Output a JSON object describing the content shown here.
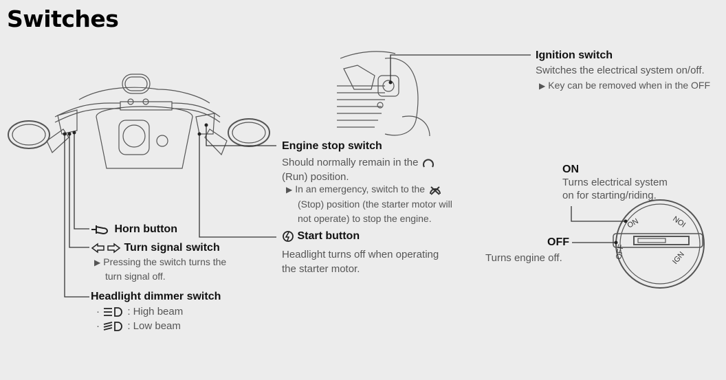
{
  "title": "Switches",
  "ignition": {
    "heading": "Ignition switch",
    "desc": "Switches the electrical system on/off.",
    "note": "Key can be removed when in the OFF"
  },
  "engine_stop": {
    "heading": "Engine stop switch",
    "desc_pre": "Should normally remain in the",
    "desc_post": "(Run) position.",
    "note_pre": "In an emergency, switch to the",
    "note_l2": "(Stop) position (the starter motor will",
    "note_l3": "not operate) to stop the engine."
  },
  "start": {
    "heading": "Start button",
    "desc_l1": "Headlight turns off when operating",
    "desc_l2": "the starter motor."
  },
  "horn": {
    "heading": "Horn button"
  },
  "turn_signal": {
    "heading": "Turn signal switch",
    "note_l1": "Pressing the switch turns the",
    "note_l2": "turn signal off."
  },
  "dimmer": {
    "heading": "Headlight dimmer switch",
    "items": [
      ": High beam",
      ": Low beam"
    ]
  },
  "on": {
    "heading": "ON",
    "desc_l1": "Turns electrical system",
    "desc_l2": "on for starting/riding."
  },
  "off": {
    "heading": "OFF",
    "desc": "Turns engine off."
  },
  "key_labels": {
    "on": "ON",
    "off": "OFF",
    "ign": "IGN",
    "sub": "NOI"
  },
  "colors": {
    "background": "#ececec",
    "heading": "#111111",
    "body": "#555555",
    "line": "#333333"
  }
}
